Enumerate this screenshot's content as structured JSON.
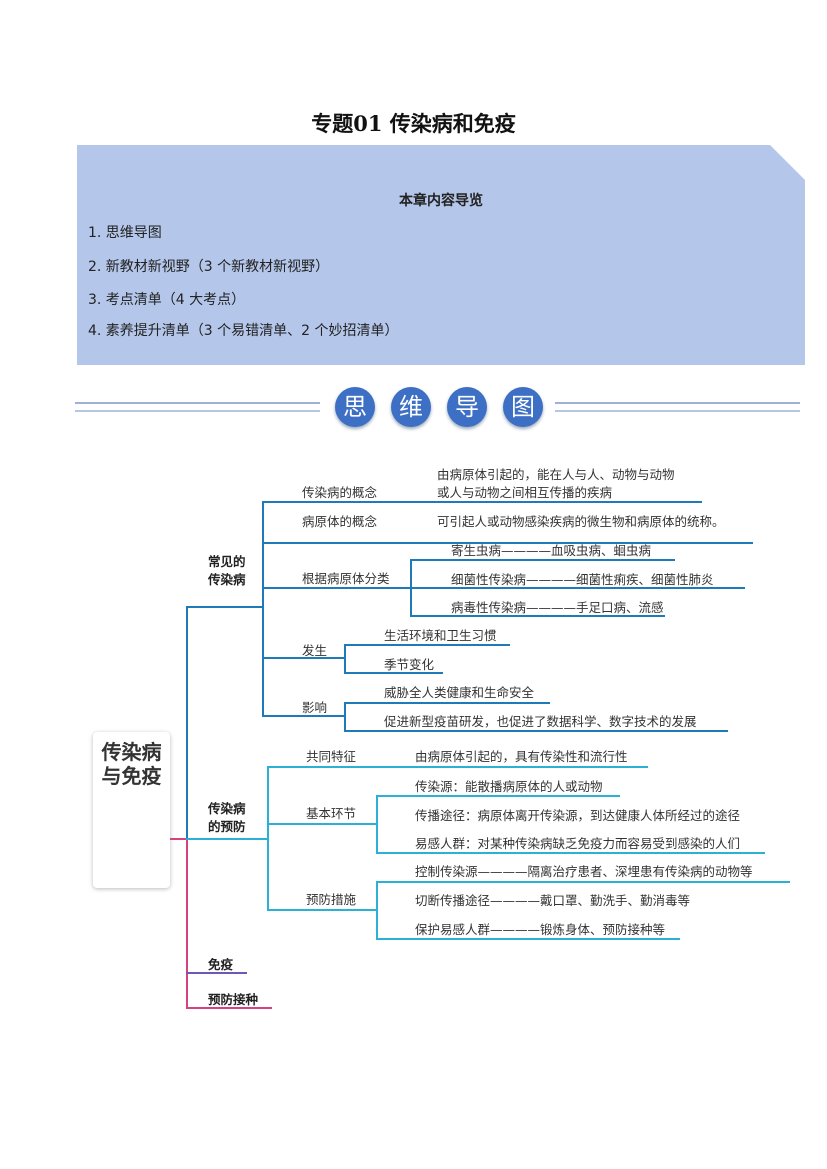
{
  "title": "专题01  传染病和免疫",
  "guide": {
    "heading": "本章内容导览",
    "items": [
      "1. 思维导图",
      "2. 新教材新视野（3 个新教材新视野）",
      "3. 考点清单（4 大考点）",
      "4. 素养提升清单（3 个易错清单、2 个妙招清单）"
    ]
  },
  "banner": [
    "思",
    "维",
    "导",
    "图"
  ],
  "mindmap": {
    "root": "传染病与免疫",
    "branches": [
      {
        "label": "常见的传染病",
        "children": [
          {
            "label": "传染病的概念",
            "items": [
              "由病原体引起的，能在人与人、动物与动物",
              "或人与动物之间相互传播的疾病"
            ]
          },
          {
            "label": "病原体的概念",
            "items": [
              "可引起人或动物感染疾病的微生物和病原体的统称。"
            ]
          },
          {
            "label": "根据病原体分类",
            "items": [
              "寄生虫病————血吸虫病、蛔虫病",
              "细菌性传染病————细菌性痢疾、细菌性肺炎",
              "病毒性传染病————手足口病、流感"
            ]
          },
          {
            "label": "发生",
            "items": [
              "生活环境和卫生习惯",
              "季节变化"
            ]
          },
          {
            "label": "影响",
            "items": [
              "威胁全人类健康和生命安全",
              "促进新型疫苗研发，也促进了数据科学、数字技术的发展"
            ]
          }
        ]
      },
      {
        "label": "传染病的预防",
        "children": [
          {
            "label": "共同特征",
            "items": [
              "由病原体引起的，具有传染性和流行性"
            ]
          },
          {
            "label": "基本环节",
            "items": [
              "传染源：能散播病原体的人或动物",
              "传播途径：病原体离开传染源，到达健康人体所经过的途径",
              "易感人群：对某种传染病缺乏免疫力而容易受到感染的人们"
            ]
          },
          {
            "label": "预防措施",
            "items": [
              "控制传染源————隔离治疗患者、深埋患有传染病的动物等",
              "切断传播途径————戴口罩、勤洗手、勤消毒等",
              "保护易感人群————锻炼身体、预防接种等"
            ]
          }
        ]
      },
      {
        "label": "免疫"
      },
      {
        "label": "预防接种"
      }
    ]
  }
}
